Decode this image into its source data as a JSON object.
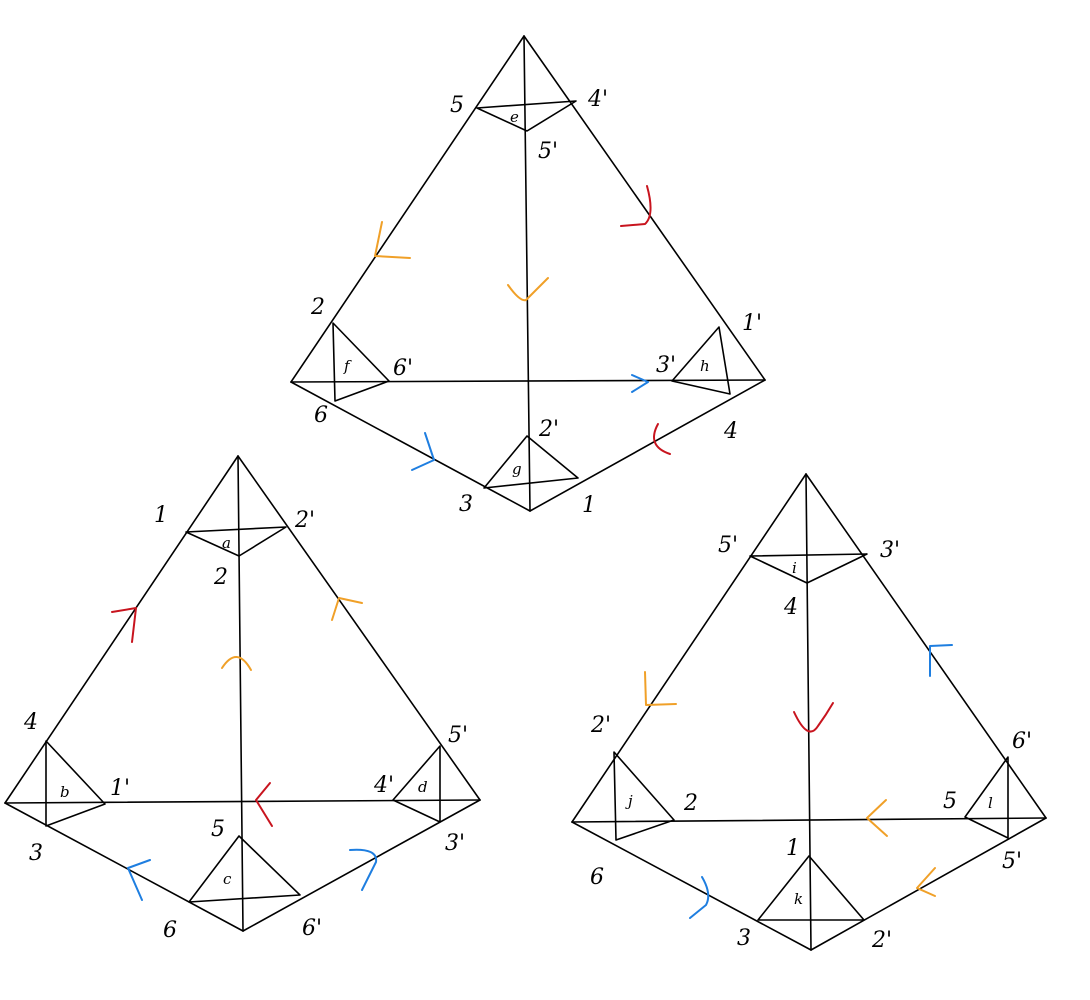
{
  "colors": {
    "red": "#c8141e",
    "orange": "#f0a028",
    "blue": "#1e7ee0",
    "ink": "#000000"
  },
  "diagrams": [
    {
      "id": "top",
      "vertex_labels": [
        "5",
        "4'",
        "5'",
        "2",
        "6'",
        "3'",
        "1'",
        "6",
        "2'",
        "4",
        "3",
        "1"
      ],
      "triangle_labels": [
        "e",
        "f",
        "g",
        "h"
      ]
    },
    {
      "id": "bottom-left",
      "vertex_labels": [
        "1",
        "2'",
        "2",
        "4",
        "1'",
        "4'",
        "5'",
        "3",
        "5",
        "3'",
        "6",
        "6'"
      ],
      "triangle_labels": [
        "a",
        "b",
        "c",
        "d"
      ]
    },
    {
      "id": "bottom-right",
      "vertex_labels": [
        "5'",
        "3'",
        "4",
        "2'",
        "6'",
        "2",
        "5",
        "6",
        "1",
        "5'",
        "3",
        "2'"
      ],
      "triangle_labels": [
        "i",
        "j",
        "k",
        "l"
      ]
    }
  ]
}
